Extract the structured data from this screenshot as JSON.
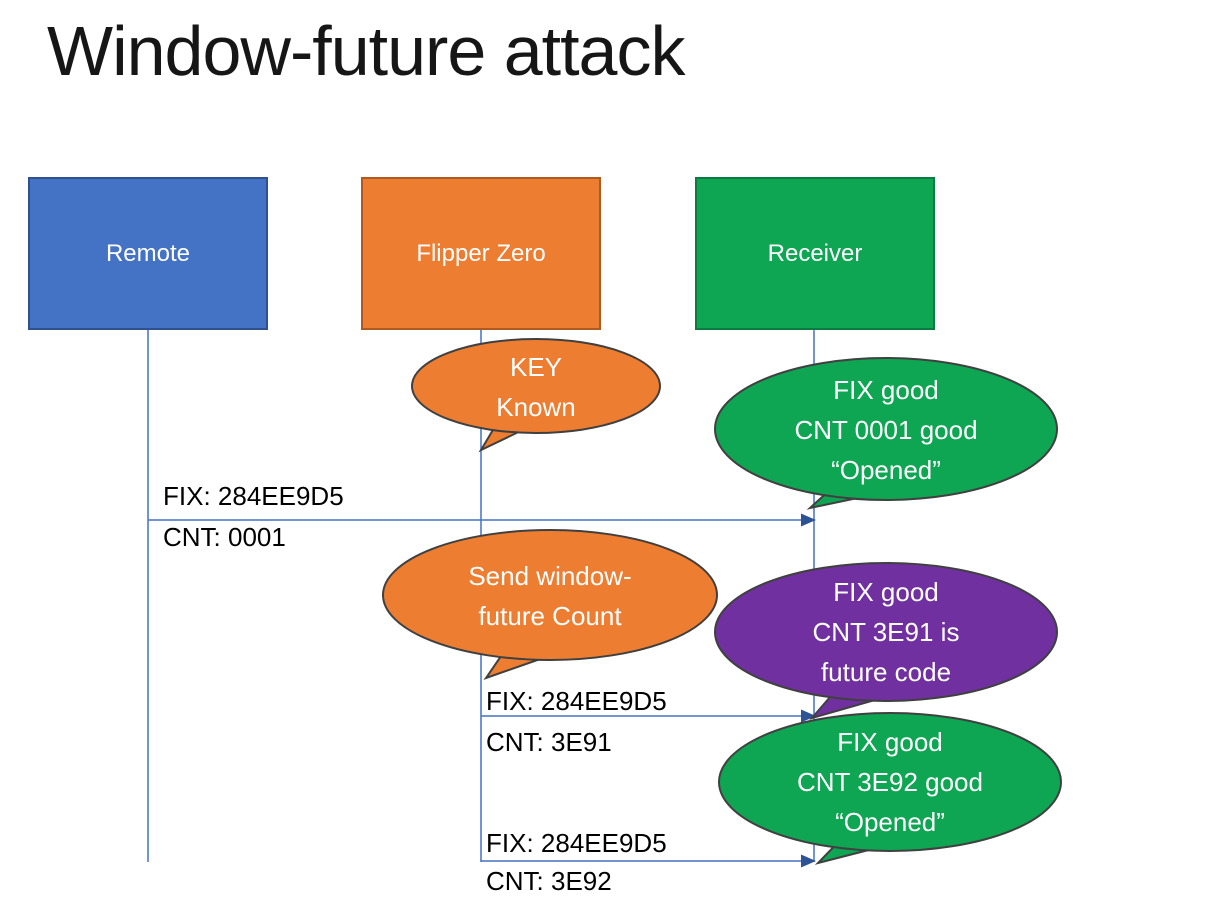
{
  "title": "Window-future attack",
  "colors": {
    "lifeline": "#4472C4",
    "arrowhead": "#2E5395",
    "message_text": "#000000"
  },
  "actors": [
    {
      "label": "Remote",
      "fill": "#4472C4",
      "border": "#2F528F"
    },
    {
      "label": "Flipper Zero",
      "fill": "#ED7D31",
      "border": "#AE5A21"
    },
    {
      "label": "Receiver",
      "fill": "#0EA553",
      "border": "#0B7C3F"
    }
  ],
  "bubbles": [
    {
      "fill": "#ED7D31",
      "border": "#404040",
      "lines": [
        "KEY",
        "Known"
      ]
    },
    {
      "fill": "#0EA553",
      "border": "#404040",
      "lines": [
        "FIX good",
        "CNT 0001 good",
        "“Opened”"
      ]
    },
    {
      "fill": "#ED7D31",
      "border": "#404040",
      "lines": [
        "Send window-",
        "future Count"
      ]
    },
    {
      "fill": "#7030A0",
      "border": "#404040",
      "lines": [
        "FIX good",
        "CNT 3E91 is",
        "future code"
      ]
    },
    {
      "fill": "#0EA553",
      "border": "#404040",
      "lines": [
        "FIX good",
        "CNT 3E92 good",
        "“Opened”"
      ]
    }
  ],
  "messages": [
    {
      "fix": "FIX: 284EE9D5",
      "cnt": "CNT: 0001"
    },
    {
      "fix": "FIX: 284EE9D5",
      "cnt": "CNT: 3E91"
    },
    {
      "fix": "FIX: 284EE9D5",
      "cnt": "CNT: 3E92"
    }
  ]
}
